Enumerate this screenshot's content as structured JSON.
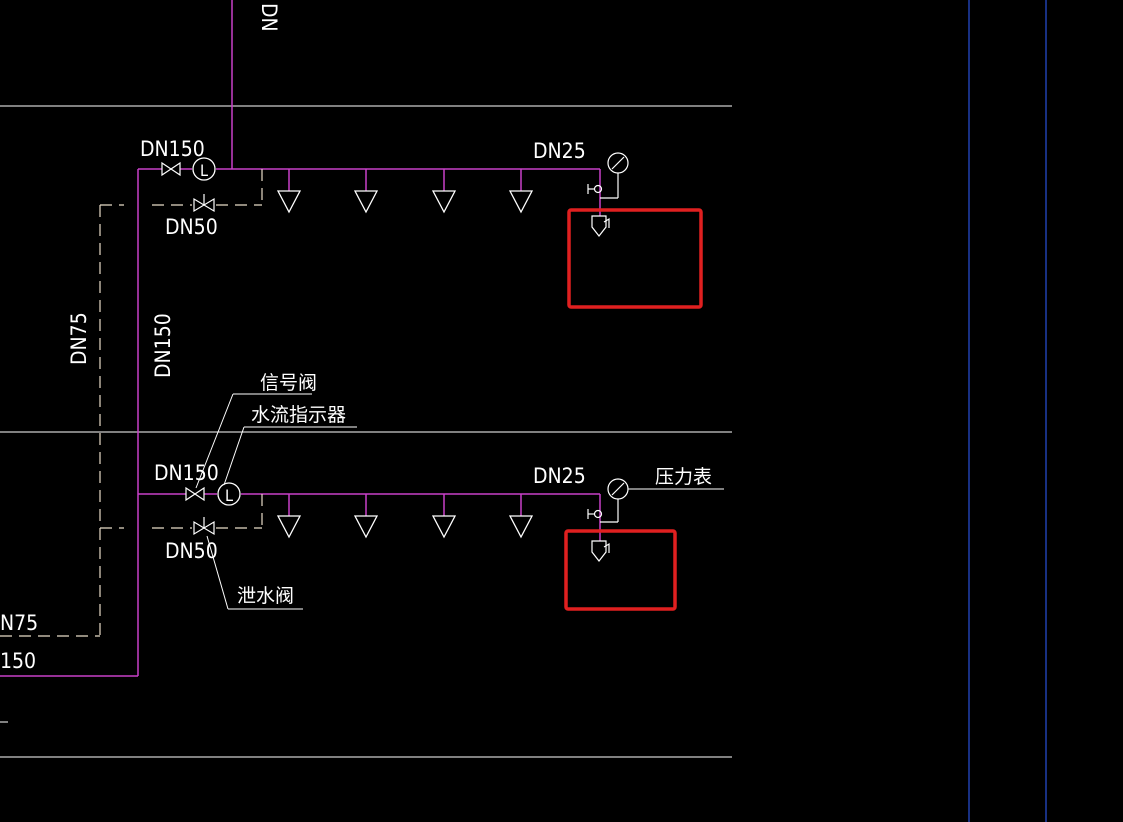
{
  "colors": {
    "background": "#000000",
    "pipe": "#c840c8",
    "line": "#ffffff",
    "grid_blue": "#2850d8",
    "highlight": "#e02020"
  },
  "labels": {
    "top_riser": "DN",
    "upper_main": "DN150",
    "upper_drain": "DN50",
    "upper_branch": "DN25",
    "vertical_dn75": "DN75",
    "vertical_dn150": "DN150",
    "signal_valve": "信号阀",
    "flow_indicator": "水流指示器",
    "lower_main": "DN150",
    "lower_drain": "DN50",
    "lower_branch": "DN25",
    "pressure_gauge": "压力表",
    "drain_valve": "泄水阀",
    "left_dn75_partial": "N75",
    "left_dn150_partial": "150",
    "flow_symbol_upper": "L",
    "flow_symbol_lower": "L"
  },
  "highlights": {
    "count": 2,
    "description_targets": [
      "upper end sprinkler",
      "lower end sprinkler"
    ]
  }
}
